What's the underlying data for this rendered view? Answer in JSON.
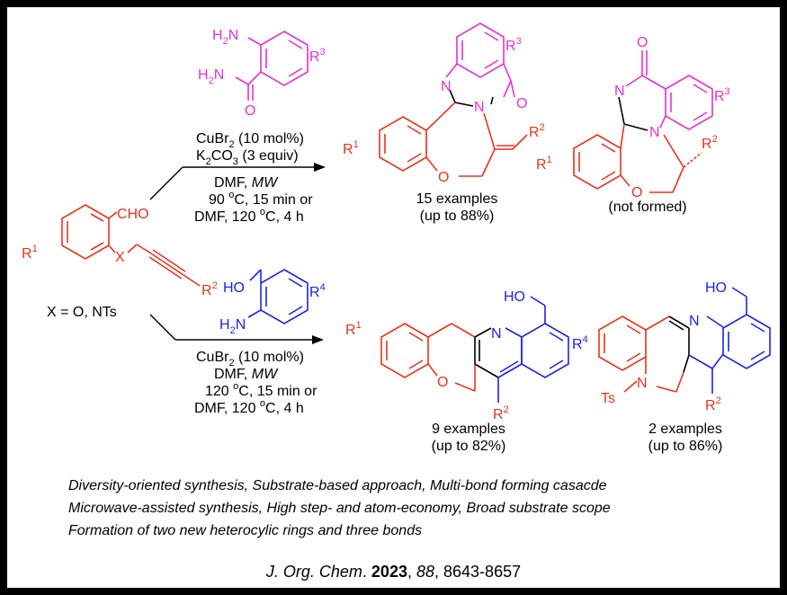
{
  "colors": {
    "red": "#e8341c",
    "magenta": "#e830d2",
    "blue": "#1b24e6",
    "black": "#000000"
  },
  "start_material": {
    "aldehyde": "CHO",
    "r1": "R",
    "r1_sup": "1",
    "x": "X",
    "r2": "R",
    "r2_sup": "2",
    "x_def": "X = O, NTs"
  },
  "top_route": {
    "reagent": {
      "nh2": "H",
      "nh2_sub": "2",
      "nh2_end": "N",
      "amide_n": "H",
      "amide_n_sub": "2",
      "amide_n_end": "N",
      "o": "O",
      "r3": "R",
      "r3_sup": "3"
    },
    "conditions": {
      "cat_pre": "CuBr",
      "cat_sub": "2",
      "cat_post": " (10 mol%)",
      "base_pre": "K",
      "base_sub": "2",
      "base_mid": "CO",
      "base_sub2": "3",
      "base_post": " (3 equiv)",
      "solvent": "DMF, ",
      "mw": "MW",
      "temp1_pre": "90 ",
      "temp1_deg": "o",
      "temp1_post": "C, 15 min or",
      "alt_pre": "DMF, 120 ",
      "alt_deg": "o",
      "alt_post": "C, 4 h"
    },
    "product": {
      "n": "N",
      "n2": "N",
      "o": "O",
      "ring_o": "O",
      "r1": "R",
      "r1_sup": "1",
      "r2": "R",
      "r2_sup": "2",
      "r3": "R",
      "r3_sup": "3",
      "examples": "15 examples",
      "yield": "(up to 88%)"
    },
    "isomer": {
      "o": "O",
      "n": "N",
      "n2": "N",
      "ring_o": "O",
      "r1": "R",
      "r1_sup": "1",
      "r2": "R",
      "r2_sup": "2",
      "r3": "R",
      "r3_sup": "3",
      "note": "(not formed)"
    }
  },
  "bottom_route": {
    "reagent": {
      "ho": "HO",
      "nh2": "H",
      "nh2_sub": "2",
      "nh2_end": "N",
      "r4": "R",
      "r4_sup": "4"
    },
    "conditions": {
      "cat_pre": "CuBr",
      "cat_sub": "2",
      "cat_post": " (10 mol%)",
      "solvent": "DMF, ",
      "mw": "MW",
      "temp1_pre": "120 ",
      "temp1_deg": "o",
      "temp1_post": "C, 15 min or",
      "alt_pre": "DMF, 120 ",
      "alt_deg": "o",
      "alt_post": "C, 4 h"
    },
    "product": {
      "ho": "HO",
      "n": "N",
      "o": "O",
      "r1": "R",
      "r1_sup": "1",
      "r2": "R",
      "r2_sup": "2",
      "r4": "R",
      "r4_sup": "4",
      "examples": "9 examples",
      "yield": "(up to 82%)"
    },
    "product_nts": {
      "ho": "HO",
      "n": "N",
      "n2": "N",
      "ts": "Ts",
      "r2": "R",
      "r2_sup": "2",
      "examples": "2 examples",
      "yield": "(up to 86%)"
    }
  },
  "notes": [
    "Diversity-oriented synthesis, Substrate-based approach, Multi-bond forming casacde",
    "Microwave-assisted synthesis, High step- and atom-economy, Broad substrate scope",
    "Formation of two new heterocylic rings and three bonds"
  ],
  "citation": {
    "journal": "J. Org. Chem",
    "sep": ". ",
    "year": "2023",
    "comma": ", ",
    "volume": "88",
    "pages": ", 8643-8657"
  }
}
